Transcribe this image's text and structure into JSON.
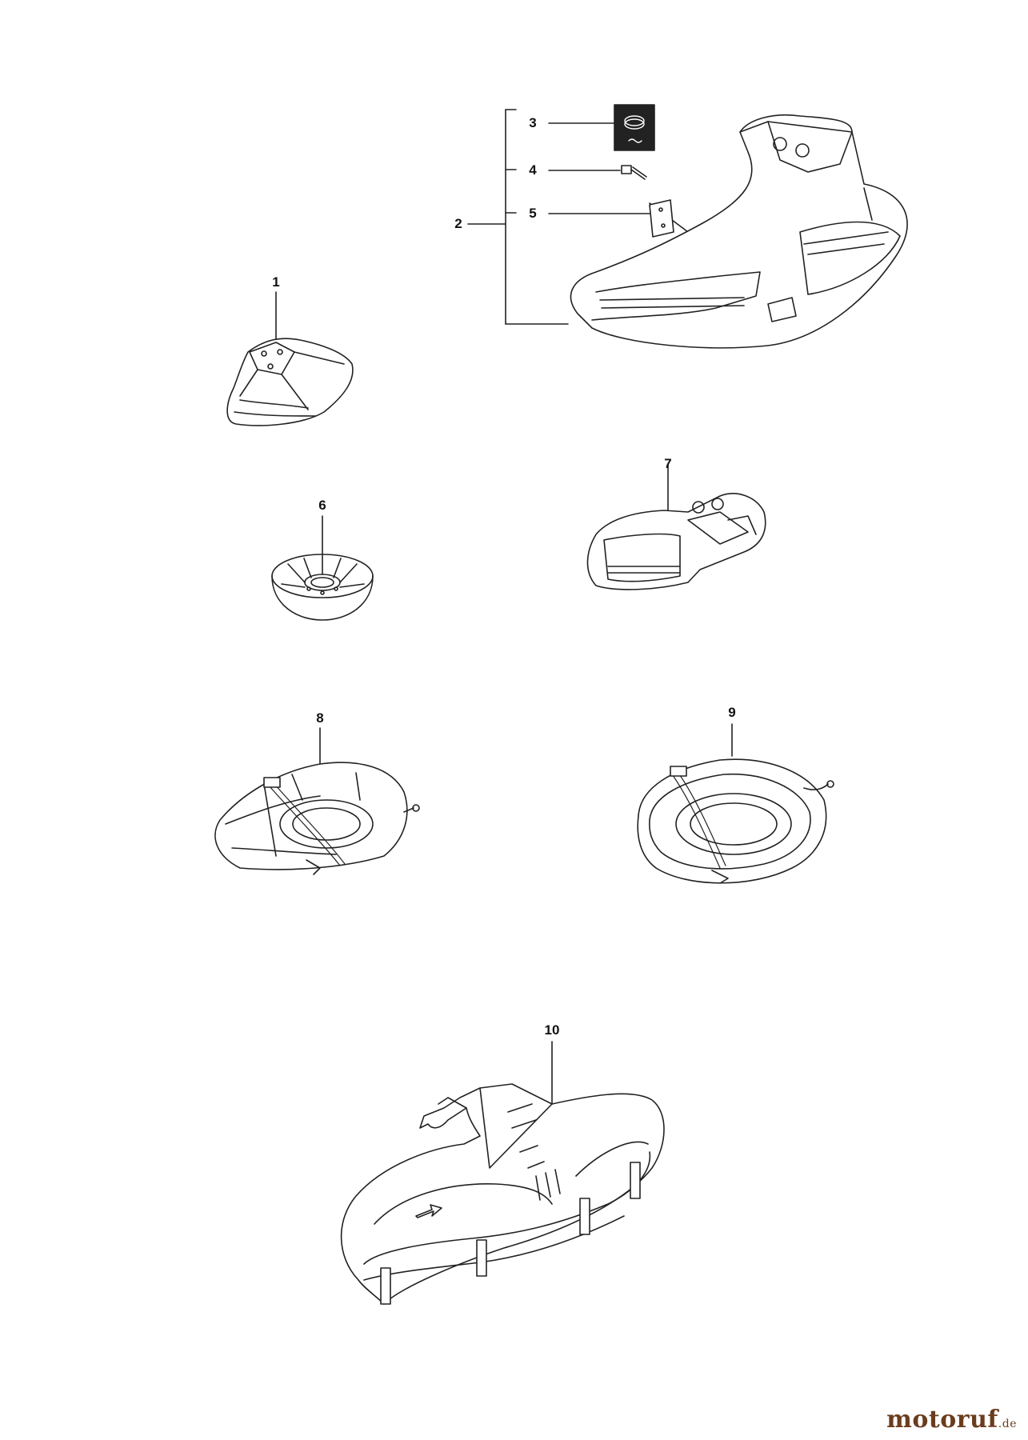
{
  "callouts": {
    "c1": "1",
    "c2": "2",
    "c3": "3",
    "c4": "4",
    "c5": "5",
    "c6": "6",
    "c7": "7",
    "c8": "8",
    "c9": "9",
    "c10": "10"
  },
  "parts": [
    {
      "id": "1",
      "name": "small-trimmer-guard"
    },
    {
      "id": "2",
      "name": "large-trimmer-guard-assembly",
      "subparts": [
        "3",
        "4",
        "5"
      ]
    },
    {
      "id": "3",
      "name": "parts-kit-box"
    },
    {
      "id": "4",
      "name": "screw"
    },
    {
      "id": "5",
      "name": "blade-plate"
    },
    {
      "id": "6",
      "name": "support-cup"
    },
    {
      "id": "7",
      "name": "guard"
    },
    {
      "id": "8",
      "name": "blade-guard-with-strap"
    },
    {
      "id": "9",
      "name": "round-blade-guard-with-strap"
    },
    {
      "id": "10",
      "name": "large-guard"
    }
  ],
  "watermark": {
    "text": "motoruf",
    "tld": ".de"
  },
  "colors": {
    "line": "#222222",
    "watermark": "#6b3d1e",
    "dots": [
      "#d62828",
      "#2a9d8f",
      "#f4a261"
    ]
  }
}
